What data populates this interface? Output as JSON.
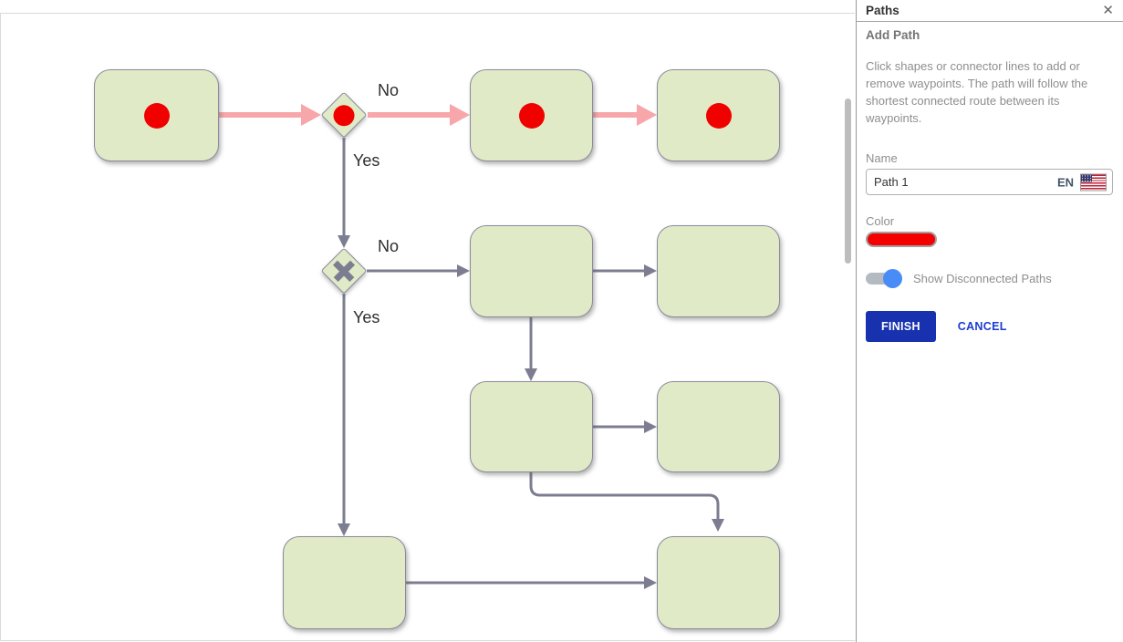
{
  "panel": {
    "title": "Paths",
    "close_icon": "✕",
    "section": {
      "title": "Add Path",
      "description": "Click shapes or connector lines to add or remove waypoints. The path will follow the shortest connected route between its waypoints."
    },
    "name_field": {
      "label": "Name",
      "value": "Path 1",
      "lang_code": "EN"
    },
    "color_field": {
      "label": "Color",
      "value": "#f40000"
    },
    "toggle": {
      "label": "Show Disconnected Paths",
      "state": "on"
    },
    "actions": {
      "finish": "FINISH",
      "cancel": "CANCEL"
    }
  },
  "canvas": {
    "decision_labels": {
      "d1_no": "No",
      "d1_yes": "Yes",
      "d2_no": "No",
      "d2_yes": "Yes"
    },
    "path": {
      "name": "Path 1",
      "color": "#f40000",
      "highlight_color": "#f7a6a9",
      "waypoint_color": "#f10000"
    },
    "node_fill": "#e1eac6",
    "connector_color": "#7d7d91"
  }
}
